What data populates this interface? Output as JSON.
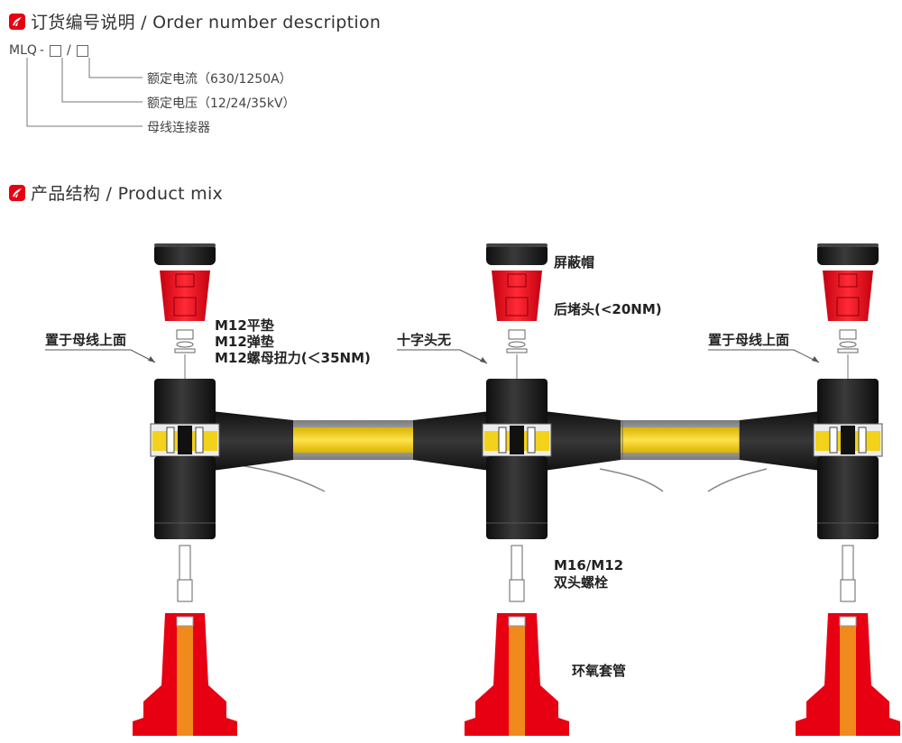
{
  "order_section": {
    "title": "订货编号说明 / Order number description",
    "code_prefix": "MLQ",
    "code_dash": "-",
    "code_slash": "/",
    "items": [
      {
        "text": "额定电流（630/1250A）"
      },
      {
        "text": "额定电压（12/24/35kV）"
      },
      {
        "text": "母线连接器"
      }
    ]
  },
  "product_section": {
    "title": "产品结构 / Product mix",
    "labels": {
      "shield_cap": "屏蔽帽",
      "back_plug": "后堵头(<20NM)",
      "left_place": "置于母线上面",
      "right_place": "置于母线上面",
      "cross_head": "十字头无",
      "washer_1": "M12平垫",
      "washer_2": "M12弹垫",
      "washer_3": "M12螺母扭力(＜35NM)",
      "bolt_1": "M16/M12",
      "bolt_2": "双头螺栓",
      "epoxy_bushing": "环氧套管"
    }
  },
  "colors": {
    "accent_red": "#e60012",
    "busbar_yellow": "#f2d21b",
    "bushing_orange": "#f08a1c",
    "body_black": "#1c1c1c",
    "connector_gray": "#9a9a9a"
  }
}
